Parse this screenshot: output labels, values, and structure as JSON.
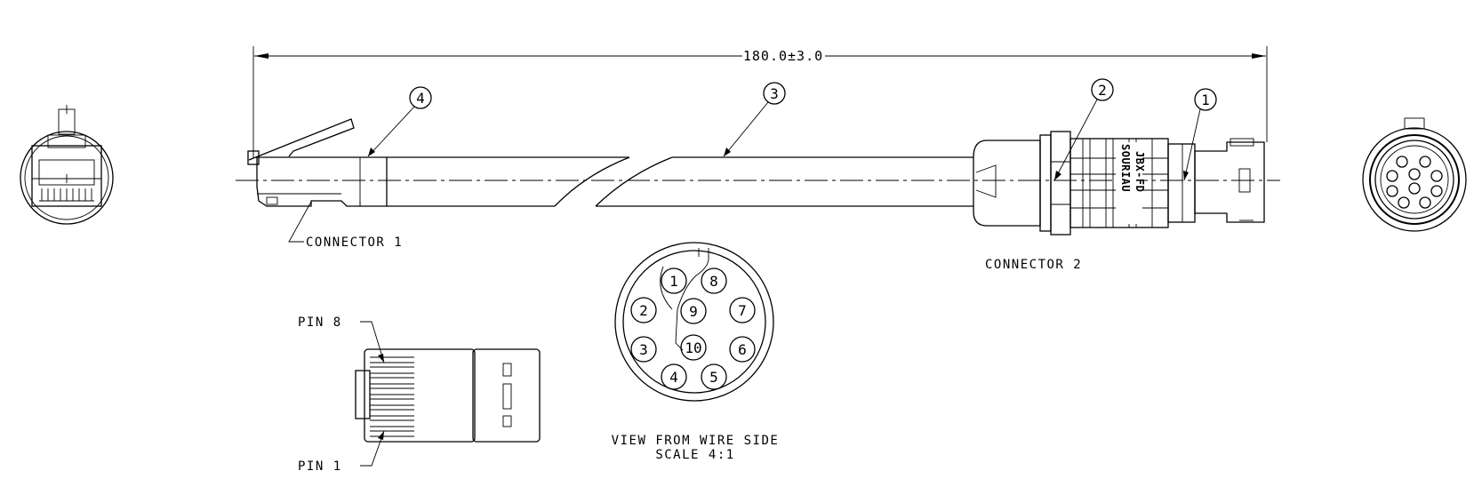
{
  "dimension": {
    "overall_length": "180.0±3.0"
  },
  "balloons": [
    "1",
    "2",
    "3",
    "4"
  ],
  "labels": {
    "connector_1": "CONNECTOR 1",
    "connector_2": "CONNECTOR 2",
    "pin_8": "PIN 8",
    "pin_1": "PIN 1",
    "view_title": "VIEW FROM WIRE SIDE",
    "view_scale": "SCALE  4:1"
  },
  "connector_2_marking": [
    "SOURIAU",
    "JBX-FD"
  ],
  "receptacle_pins": [
    "1",
    "2",
    "3",
    "4",
    "5",
    "6",
    "7",
    "8",
    "9",
    "10"
  ]
}
